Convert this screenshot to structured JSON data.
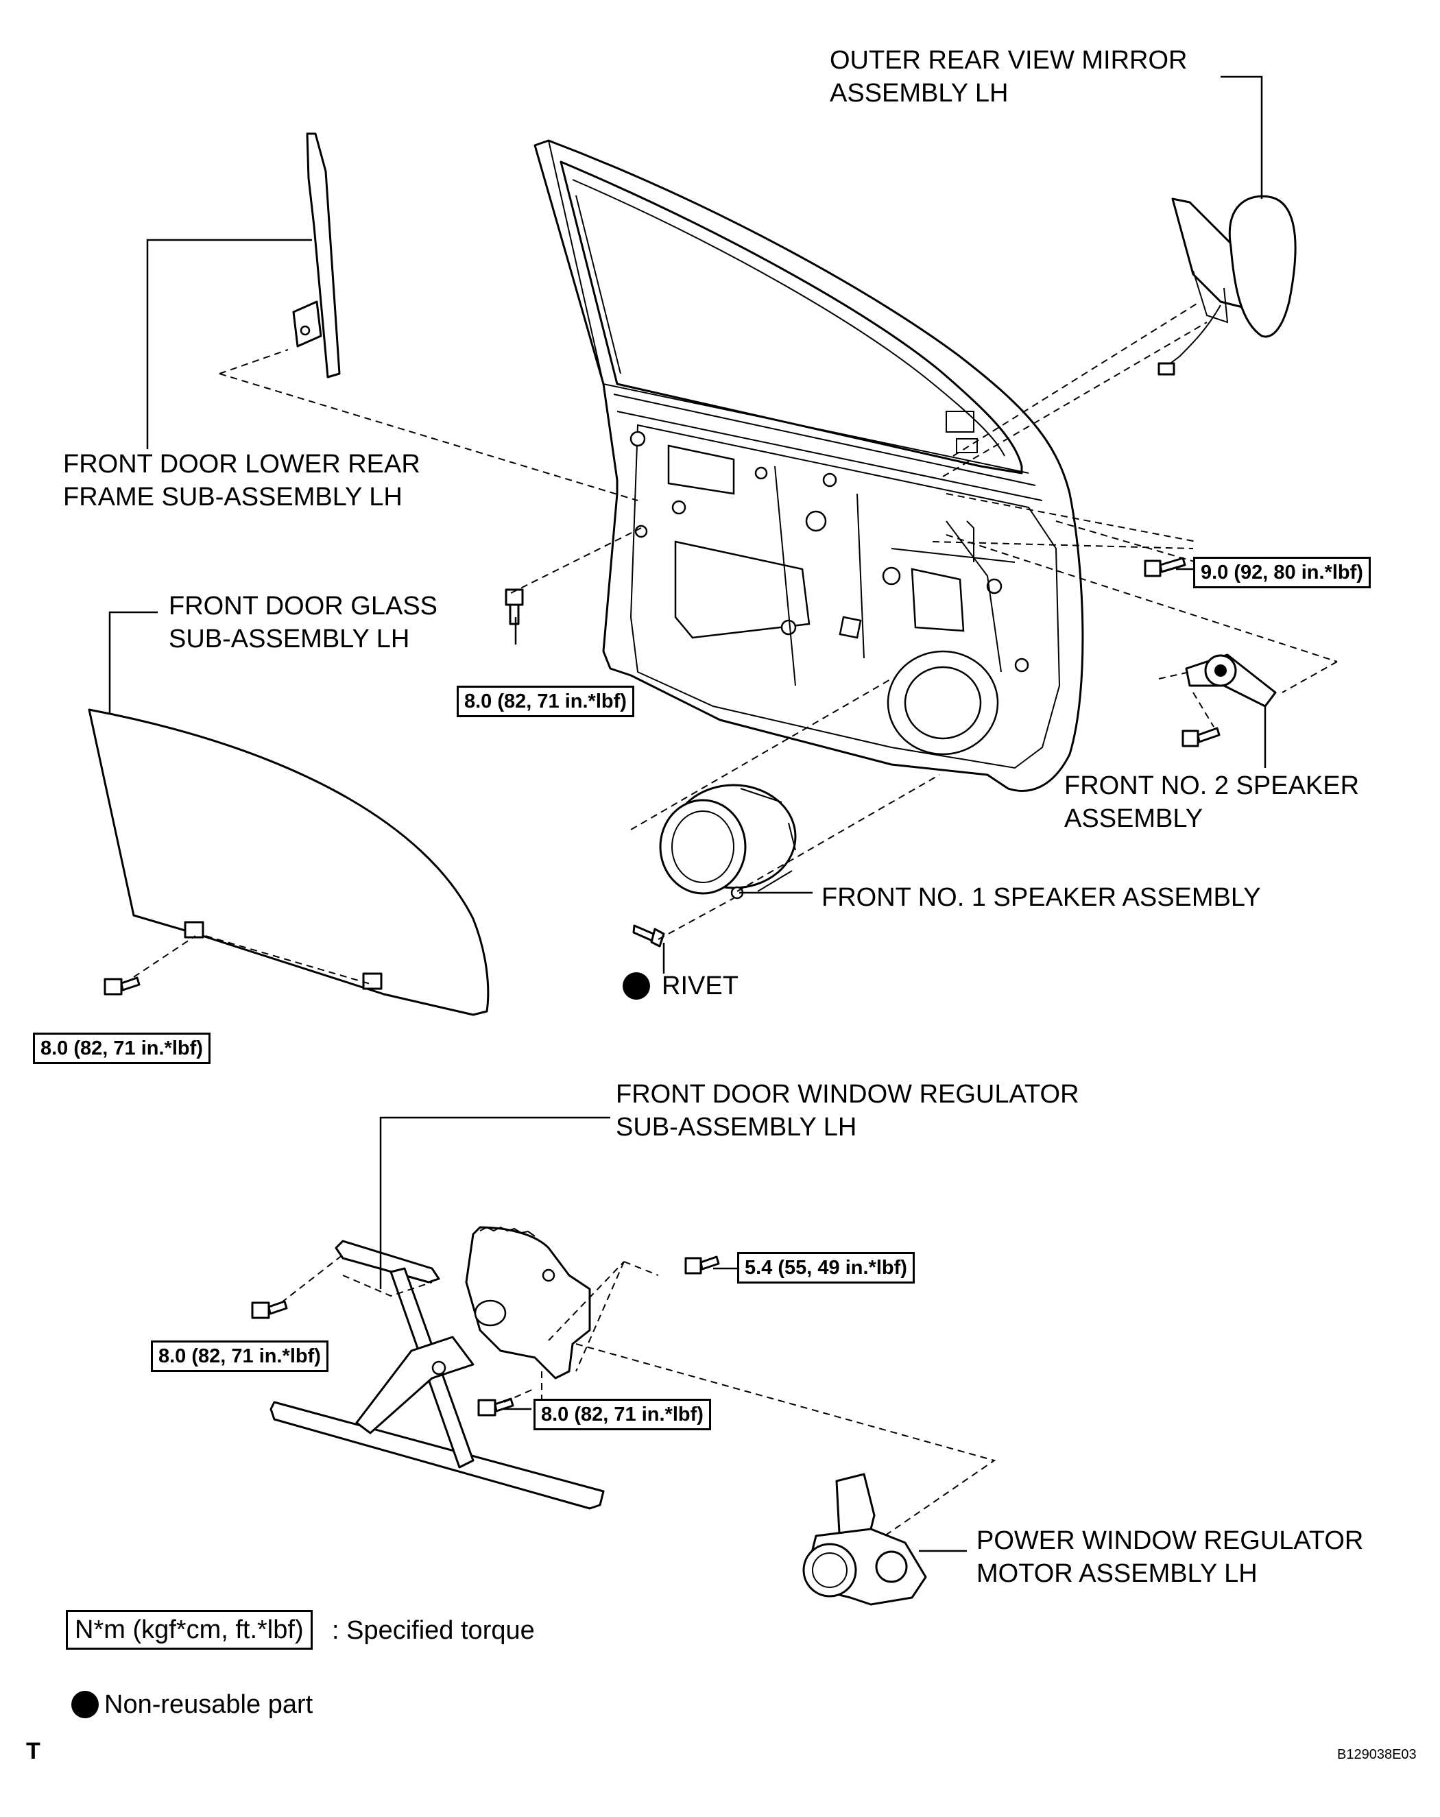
{
  "labels": {
    "mirror_line1": "OUTER REAR VIEW MIRROR",
    "mirror_line2": "ASSEMBLY LH",
    "frame_line1": "FRONT DOOR LOWER REAR",
    "frame_line2": "FRAME SUB-ASSEMBLY LH",
    "glass_line1": "FRONT DOOR GLASS",
    "glass_line2": "SUB-ASSEMBLY LH",
    "speaker2_line1": "FRONT NO. 2 SPEAKER",
    "speaker2_line2": "ASSEMBLY",
    "speaker1": "FRONT NO. 1 SPEAKER ASSEMBLY",
    "rivet": "RIVET",
    "regulator_line1": "FRONT DOOR WINDOW REGULATOR",
    "regulator_line2": "SUB-ASSEMBLY LH",
    "motor_line1": "POWER WINDOW REGULATOR",
    "motor_line2": "MOTOR ASSEMBLY LH"
  },
  "torques": {
    "door_mirror": "9.0 (92, 80 in.*lbf)",
    "door_frame": "8.0 (82, 71 in.*lbf)",
    "glass": "8.0 (82, 71 in.*lbf)",
    "regulator_left": "8.0 (82, 71 in.*lbf)",
    "regulator_top": "5.4 (55, 49 in.*lbf)",
    "regulator_bottom": "8.0 (82, 71 in.*lbf)"
  },
  "legend": {
    "torque_unit": "N*m (kgf*cm, ft.*lbf)",
    "torque_desc": ": Specified torque",
    "non_reusable": "Non-reusable part"
  },
  "corner_mark": "T",
  "figure_code": "B129038E03"
}
